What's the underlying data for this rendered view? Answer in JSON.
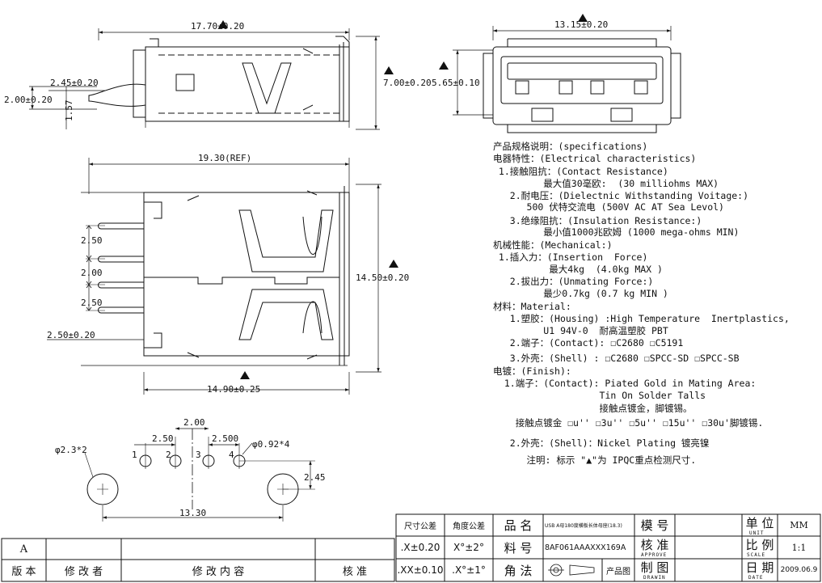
{
  "dimensions": {
    "side_width": "17.70±0.20",
    "side_height": "7.00±0.20",
    "pin_h1": "2.45±0.20",
    "pin_h2": "2.00±0.20",
    "pin_h3": "1.57",
    "front_width": "13.15±0.20",
    "front_height": "5.65±0.10",
    "top_length": "19.30(REF)",
    "top_height": "14.50±0.20",
    "top_base": "14.90±0.25",
    "pin_pitch_a": "2.50",
    "pin_pitch_b": "2.00",
    "pin_pitch_c": "2.50",
    "pin_off": "2.50±0.20",
    "pcb_2_00": "2.00",
    "pcb_2_50": "2.50",
    "pcb_2_500": "2.500",
    "pcb_hole_small": "φ0.92*4",
    "pcb_hole_big": "φ2.3*2",
    "pcb_2_45": "2.45",
    "pcb_13_30": "13.30",
    "pin_n1": "1",
    "pin_n2": "2",
    "pin_n3": "3",
    "pin_n4": "4"
  },
  "spec": {
    "l01": "产品规格说明：(specifications)",
    "l02": "电器特性：(Electrical characteristics)",
    "l03": " 1.接触阻抗：(Contact Resistance)",
    "l04": "         最大值30毫欧:  (30 milliohms MAX)",
    "l05": "   2.耐电压：(Dielectnic Withstanding Voitage:)",
    "l06": "      500 伏特交流电 (500V AC AT Sea Levol)",
    "l07": "   3.绝缘阻抗：(Insulation Resistance:)",
    "l08": "         最小值1000兆欧姆 (1000 mega-ohms MIN)",
    "l09": "机械性能：(Mechanical:)",
    "l10": " 1.插入力：(Insertion  Force)",
    "l11": "          最大4kg  (4.0kg MAX )",
    "l12": "   2.拔出力：(Unmating Force:)",
    "l13": "         最少0.7kg (0.7 kg MIN )",
    "l14": "材料：Material:",
    "l15": "   1.塑胶：(Housing) :High Temperature  Inertplastics,",
    "l16": "         U1 94V-0  耐高温塑胶 PBT",
    "l17": "   2.端子：(Contact): ☐C2680 ☐C5191",
    "l18": "   3.外壳：(Shell) : ☐C2680 ☐SPCC-SD ☐SPCC-SB",
    "l19": "电镀：(Finish):",
    "l20": "  1.端子：(Contact): Piated Gold in Mating Area:",
    "l21": "                   Tin On Solder Talls",
    "l22": "                   接触点镀金，脚镀锡。",
    "l23": "    接触点镀金 ☐u'' ☐3u'' ☐5u'' ☐15u'' ☐30u'脚镀锡.",
    "l24": "   2.外壳：(Shell)：Nickel Plating 镀亮镍",
    "l25": "      注明: 标示 \"▲\"为 IPQC重点检测尺寸."
  },
  "titleblock": {
    "col_size_tol": "尺寸公差",
    "col_angle_tol": "角度公差",
    "tol_x": ".X±0.20",
    "tol_xx": ".XX±0.10",
    "ang_1": "X°±2°",
    "ang_2": ".X°±1°",
    "product_name_label": "品  名",
    "product_name": "USB A母180度横板长体母座(18.3)",
    "material_no_label": "料  号",
    "material_no": "8AF061AAAXXX169A",
    "projection_label": "角  法",
    "product_drawing_label": "产品图",
    "model_label": "模  号",
    "approve_label": "核  准",
    "approve_sub": "APPROVE",
    "drawn_label": "制  图",
    "drawn_sub": "DRAWIN",
    "unit_label": "单  位",
    "unit_sub": "UNIT",
    "unit_value": "MM",
    "scale_label": "比  例",
    "scale_sub": "SCALE",
    "scale_value": "1:1",
    "date_label": "日  期",
    "date_sub": "DATE",
    "date_value": "2009.06.9",
    "revision_letter": "A",
    "rev_col_version": "版  本",
    "rev_col_editor": "修  改  者",
    "rev_col_content": "修    改    内    容",
    "rev_col_approve": "核  准"
  }
}
